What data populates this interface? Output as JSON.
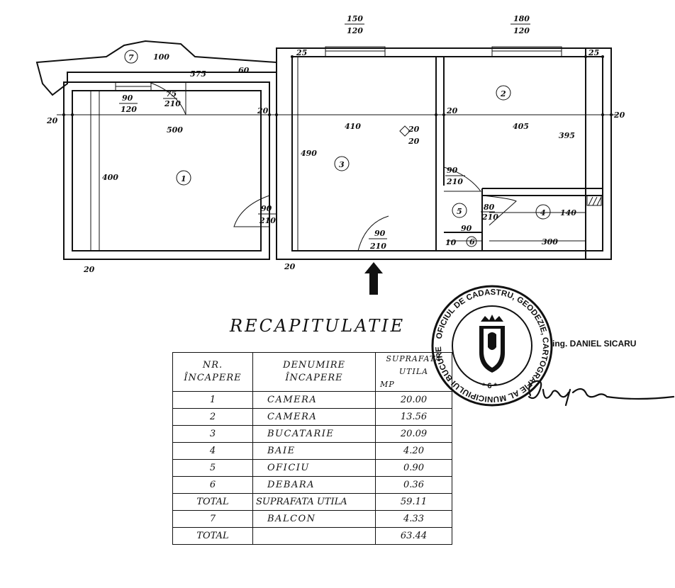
{
  "plan": {
    "rooms": [
      {
        "label": "1"
      },
      {
        "label": "2"
      },
      {
        "label": "3"
      },
      {
        "label": "4"
      },
      {
        "label": "5"
      },
      {
        "label": "6"
      },
      {
        "label": "7"
      }
    ],
    "dims": {
      "window_1": "150",
      "window_1b": "120",
      "window_2": "180",
      "window_2b": "120",
      "w25a": "25",
      "w25b": "25",
      "bal_100": "100",
      "bal_575": "575",
      "bal_60": "60",
      "win_s_90": "90",
      "win_s_120": "120",
      "d75": "75",
      "d210a": "210",
      "w20_left": "20",
      "w20_mid": "20",
      "w20_right1": "20",
      "w20_right2": "20",
      "r1_w": "500",
      "r1_h": "400",
      "r3_w": "410",
      "r3_h": "490",
      "r2_w": "405",
      "r2_h": "395",
      "vent_20": "20",
      "vent_20b": "20",
      "door3_90": "90",
      "door3_210": "210",
      "door1_90": "90",
      "door1_210": "210",
      "door_main_90": "90",
      "door_main_210": "210",
      "door5_80": "80",
      "door5_210": "210",
      "r4_h": "140",
      "r4_w": "300",
      "r6_90": "90",
      "r6_10": "10",
      "bot_20a": "20",
      "bot_20b": "20"
    }
  },
  "recap": {
    "title": "RECAPITULATIE",
    "headers": {
      "col1_l1": "NR.",
      "col1_l2": "ÎNCAPERE",
      "col2_l1": "DENUMIRE",
      "col2_l2": "ÎNCAPERE",
      "col3_l1": "SUPRAFATA UTILA",
      "col3_l2": "MP"
    },
    "rows": [
      {
        "nr": "1",
        "name": "CAMERA",
        "area": "20.00"
      },
      {
        "nr": "2",
        "name": "CAMERA",
        "area": "13.56"
      },
      {
        "nr": "3",
        "name": "BUCATARIE",
        "area": "20.09"
      },
      {
        "nr": "4",
        "name": "BAIE",
        "area": "4.20"
      },
      {
        "nr": "5",
        "name": "OFICIU",
        "area": "0.90"
      },
      {
        "nr": "6",
        "name": "DEBARA",
        "area": "0.36"
      },
      {
        "nr": "TOTAL",
        "name": "SUPRAFATA UTILA",
        "area": "59.11"
      },
      {
        "nr": "7",
        "name": "BALCON",
        "area": "4.33"
      },
      {
        "nr": "TOTAL",
        "name": "",
        "area": "63.44"
      }
    ]
  },
  "seal": {
    "text": "OFICIUL DE CADASTRU, GEODEZIE, CARTOGRAFIE AL MUNICIPIULUI BUCURESTI",
    "number": "* 6 *"
  },
  "engineer": "ing. DANIEL SICARU"
}
